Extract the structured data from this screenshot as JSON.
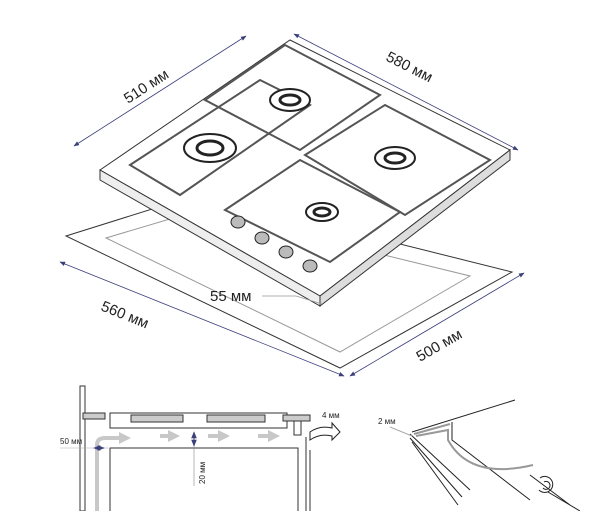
{
  "dimensions": {
    "depth_top": "510 мм",
    "width_top": "580 мм",
    "height": "55 мм",
    "cutout_width": "560 мм",
    "cutout_depth": "500 мм"
  },
  "section_view": {
    "wall_gap": "50 мм",
    "vent_gap": "4 мм",
    "air_gap": "20 мм"
  },
  "seal_detail": {
    "seal_thickness": "2 мм"
  },
  "colors": {
    "arrow": "#3b3f7a",
    "line": "#222222",
    "airflow": "#c8c8c8"
  }
}
